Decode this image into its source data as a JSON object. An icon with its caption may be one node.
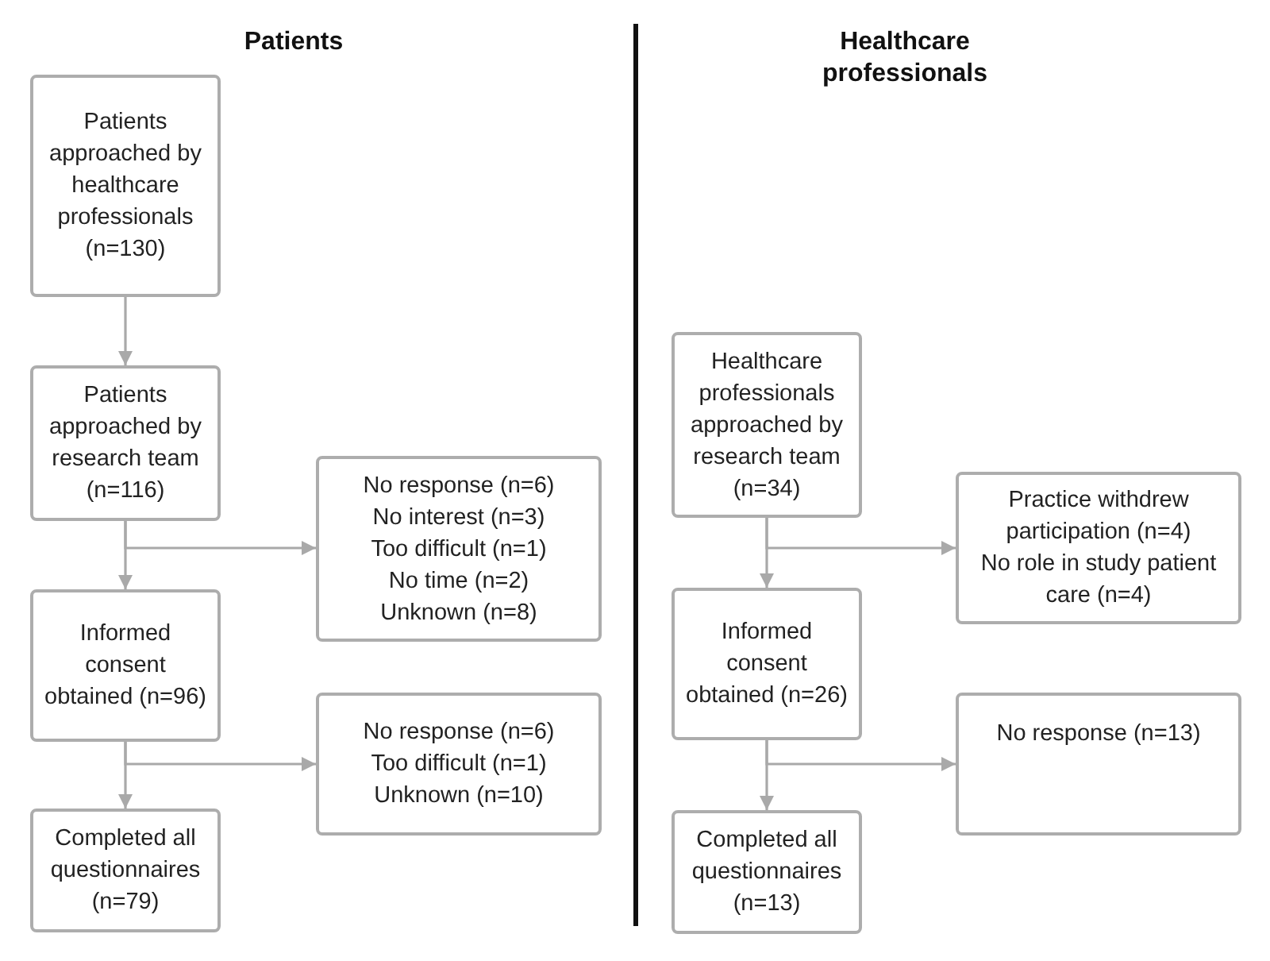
{
  "diagram": {
    "nodes": [
      {
        "text": [
          "Patients approached by healthcare professionals (n=130)"
        ]
      },
      {
        "text": [
          "Patients approached by research team (n=116)"
        ]
      },
      {
        "text": [
          "No response (n=6)",
          "No interest (n=3)",
          "Too difficult (n=1)",
          "No time (n=2)",
          "Unknown (n=8)"
        ]
      },
      {
        "text": [
          "Informed consent obtained (n=96)"
        ]
      },
      {
        "text": [
          "No response (n=6)",
          "Too difficult (n=1)",
          "Unknown (n=10)"
        ]
      },
      {
        "text": [
          "Completed all questionnaires (n=79)"
        ]
      },
      {
        "text": [
          "Healthcare professionals approached by research team (n=34)"
        ]
      },
      {
        "text": [
          "Practice withdrew participation (n=4)",
          "No role in study patient care (n=4)"
        ]
      },
      {
        "text": [
          "Informed consent obtained (n=26)"
        ]
      },
      {
        "text": [
          "No response (n=13)"
        ]
      },
      {
        "text": [
          "Completed all questionnaires (n=13)"
        ]
      }
    ],
    "edges": [
      {
        "from": 0,
        "to": 1,
        "arrow": "to"
      },
      {
        "from": 1,
        "to": 3,
        "arrow": "to"
      },
      {
        "from": 1,
        "to": 2,
        "arrow": "to"
      },
      {
        "from": 3,
        "to": 5,
        "arrow": "to"
      },
      {
        "from": 3,
        "to": 4,
        "arrow": "to"
      },
      {
        "from": 6,
        "to": 8,
        "arrow": "to"
      },
      {
        "from": 6,
        "to": 7,
        "arrow": "to"
      },
      {
        "from": 8,
        "to": 10,
        "arrow": "to"
      },
      {
        "from": 8,
        "to": 9,
        "arrow": "to"
      }
    ],
    "labels": [
      "Patients",
      "Healthcare professionals"
    ]
  }
}
